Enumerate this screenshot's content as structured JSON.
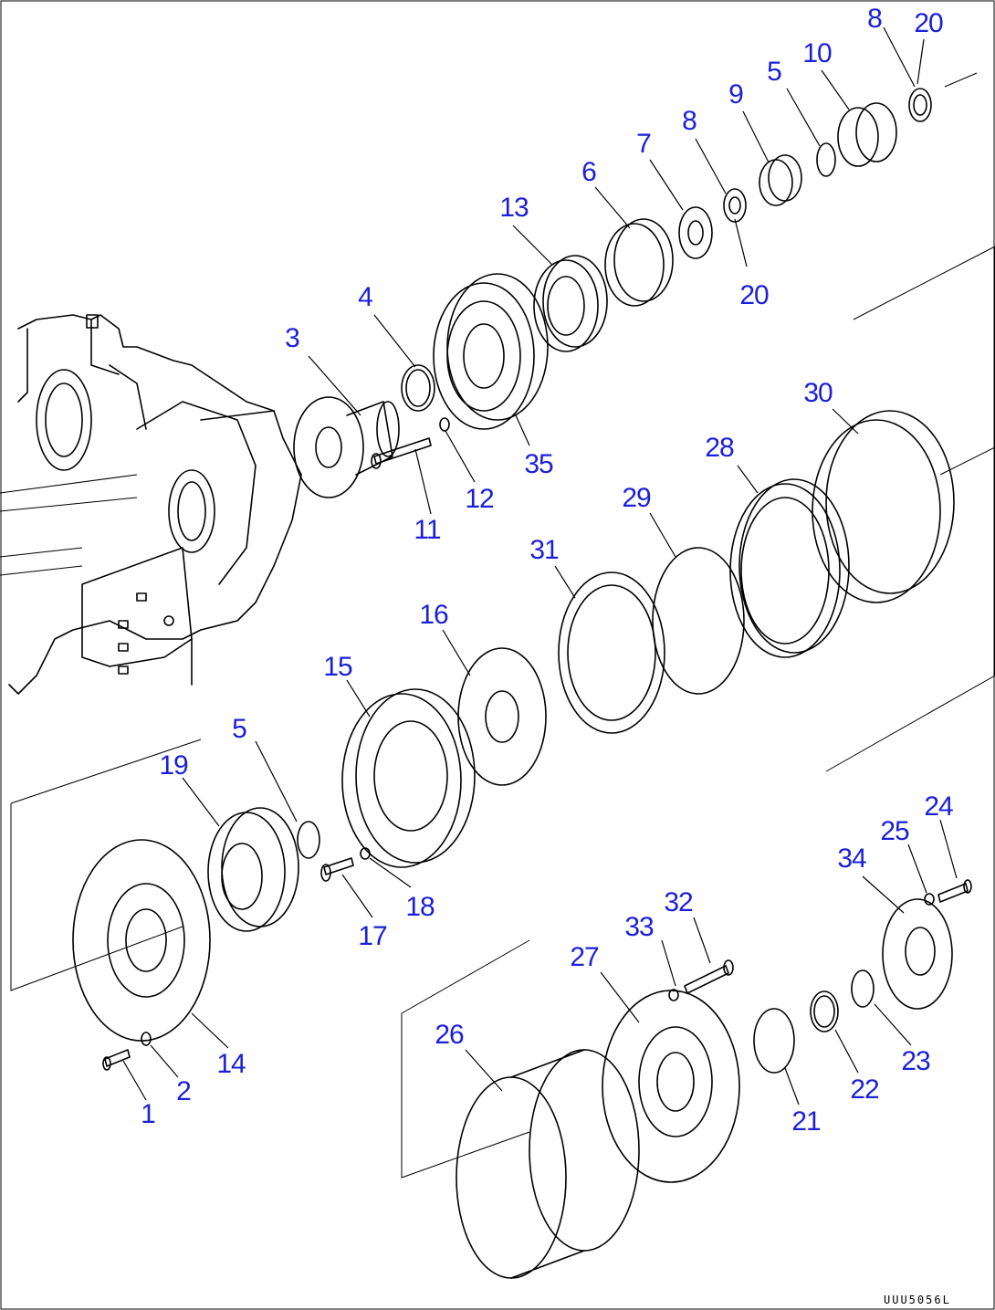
{
  "diagram": {
    "callouts": [
      {
        "id": "c1",
        "label": "1"
      },
      {
        "id": "c2",
        "label": "2"
      },
      {
        "id": "c3",
        "label": "3"
      },
      {
        "id": "c4",
        "label": "4"
      },
      {
        "id": "c5a",
        "label": "5"
      },
      {
        "id": "c5b",
        "label": "5"
      },
      {
        "id": "c6",
        "label": "6"
      },
      {
        "id": "c7",
        "label": "7"
      },
      {
        "id": "c8a",
        "label": "8"
      },
      {
        "id": "c8b",
        "label": "8"
      },
      {
        "id": "c9",
        "label": "9"
      },
      {
        "id": "c10",
        "label": "10"
      },
      {
        "id": "c11",
        "label": "11"
      },
      {
        "id": "c12",
        "label": "12"
      },
      {
        "id": "c13",
        "label": "13"
      },
      {
        "id": "c14",
        "label": "14"
      },
      {
        "id": "c15",
        "label": "15"
      },
      {
        "id": "c16",
        "label": "16"
      },
      {
        "id": "c17",
        "label": "17"
      },
      {
        "id": "c18",
        "label": "18"
      },
      {
        "id": "c19",
        "label": "19"
      },
      {
        "id": "c20a",
        "label": "20"
      },
      {
        "id": "c20b",
        "label": "20"
      },
      {
        "id": "c21",
        "label": "21"
      },
      {
        "id": "c22",
        "label": "22"
      },
      {
        "id": "c23",
        "label": "23"
      },
      {
        "id": "c24",
        "label": "24"
      },
      {
        "id": "c25",
        "label": "25"
      },
      {
        "id": "c26",
        "label": "26"
      },
      {
        "id": "c27",
        "label": "27"
      },
      {
        "id": "c28",
        "label": "28"
      },
      {
        "id": "c29",
        "label": "29"
      },
      {
        "id": "c30",
        "label": "30"
      },
      {
        "id": "c31",
        "label": "31"
      },
      {
        "id": "c32",
        "label": "32"
      },
      {
        "id": "c33",
        "label": "33"
      },
      {
        "id": "c34",
        "label": "34"
      },
      {
        "id": "c35",
        "label": "35"
      }
    ],
    "drawing_code": "UUU5056L",
    "colors": {
      "callout": "#1c20d8",
      "line": "#000000",
      "background": "#ffffff"
    }
  }
}
